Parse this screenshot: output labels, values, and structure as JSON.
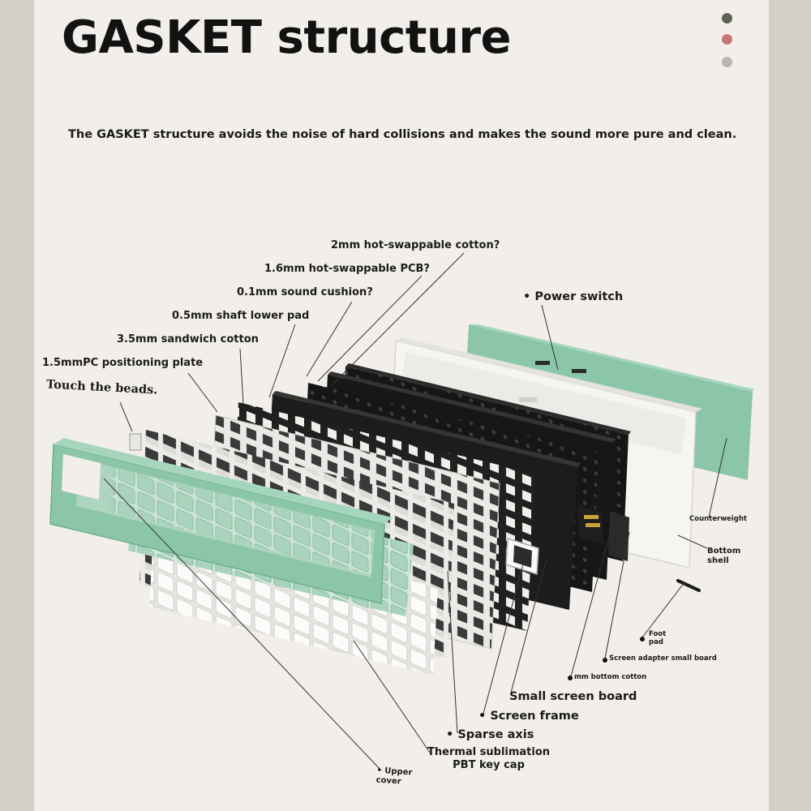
{
  "title": "GASKET structure",
  "subtitle": "The GASKET structure avoids the noise of hard collisions and makes the sound more pure and clean.",
  "color_dots": [
    "#5f6351",
    "#c9787a",
    "#b9b7b1"
  ],
  "colors": {
    "mint": "#8cc6a9",
    "mint_dark": "#6fae90",
    "white_shell": "#f6f5f1",
    "plate_black": "#1f1f1f",
    "background": "#f2efea"
  },
  "labels": {
    "hot_swap_cotton": "2mm hot-swappable cotton?",
    "hot_swap_pcb": "1.6mm hot-swappable PCB?",
    "sound_cushion": "0.1mm sound cushion?",
    "shaft_lower_pad": "0.5mm shaft lower pad",
    "sandwich_cotton": "3.5mm sandwich cotton",
    "positioning_plate": "1.5mmPC positioning plate",
    "touch_beads": "Touch the beads.",
    "power_switch": "• Power switch",
    "counterweight": "Counterweight",
    "bottom_shell": "Bottom\nshell",
    "foot_pad": "Foot\npad",
    "screen_adapter": "Screen adapter small board",
    "bottom_cotton": "mm bottom cotton",
    "small_screen_board": "Small screen board",
    "screen_frame": "• Screen frame",
    "sparse_axis": "• Sparse axis",
    "keycap": "Thermal sublimation\nPBT key cap",
    "upper_cover": "• Upper\ncover"
  }
}
